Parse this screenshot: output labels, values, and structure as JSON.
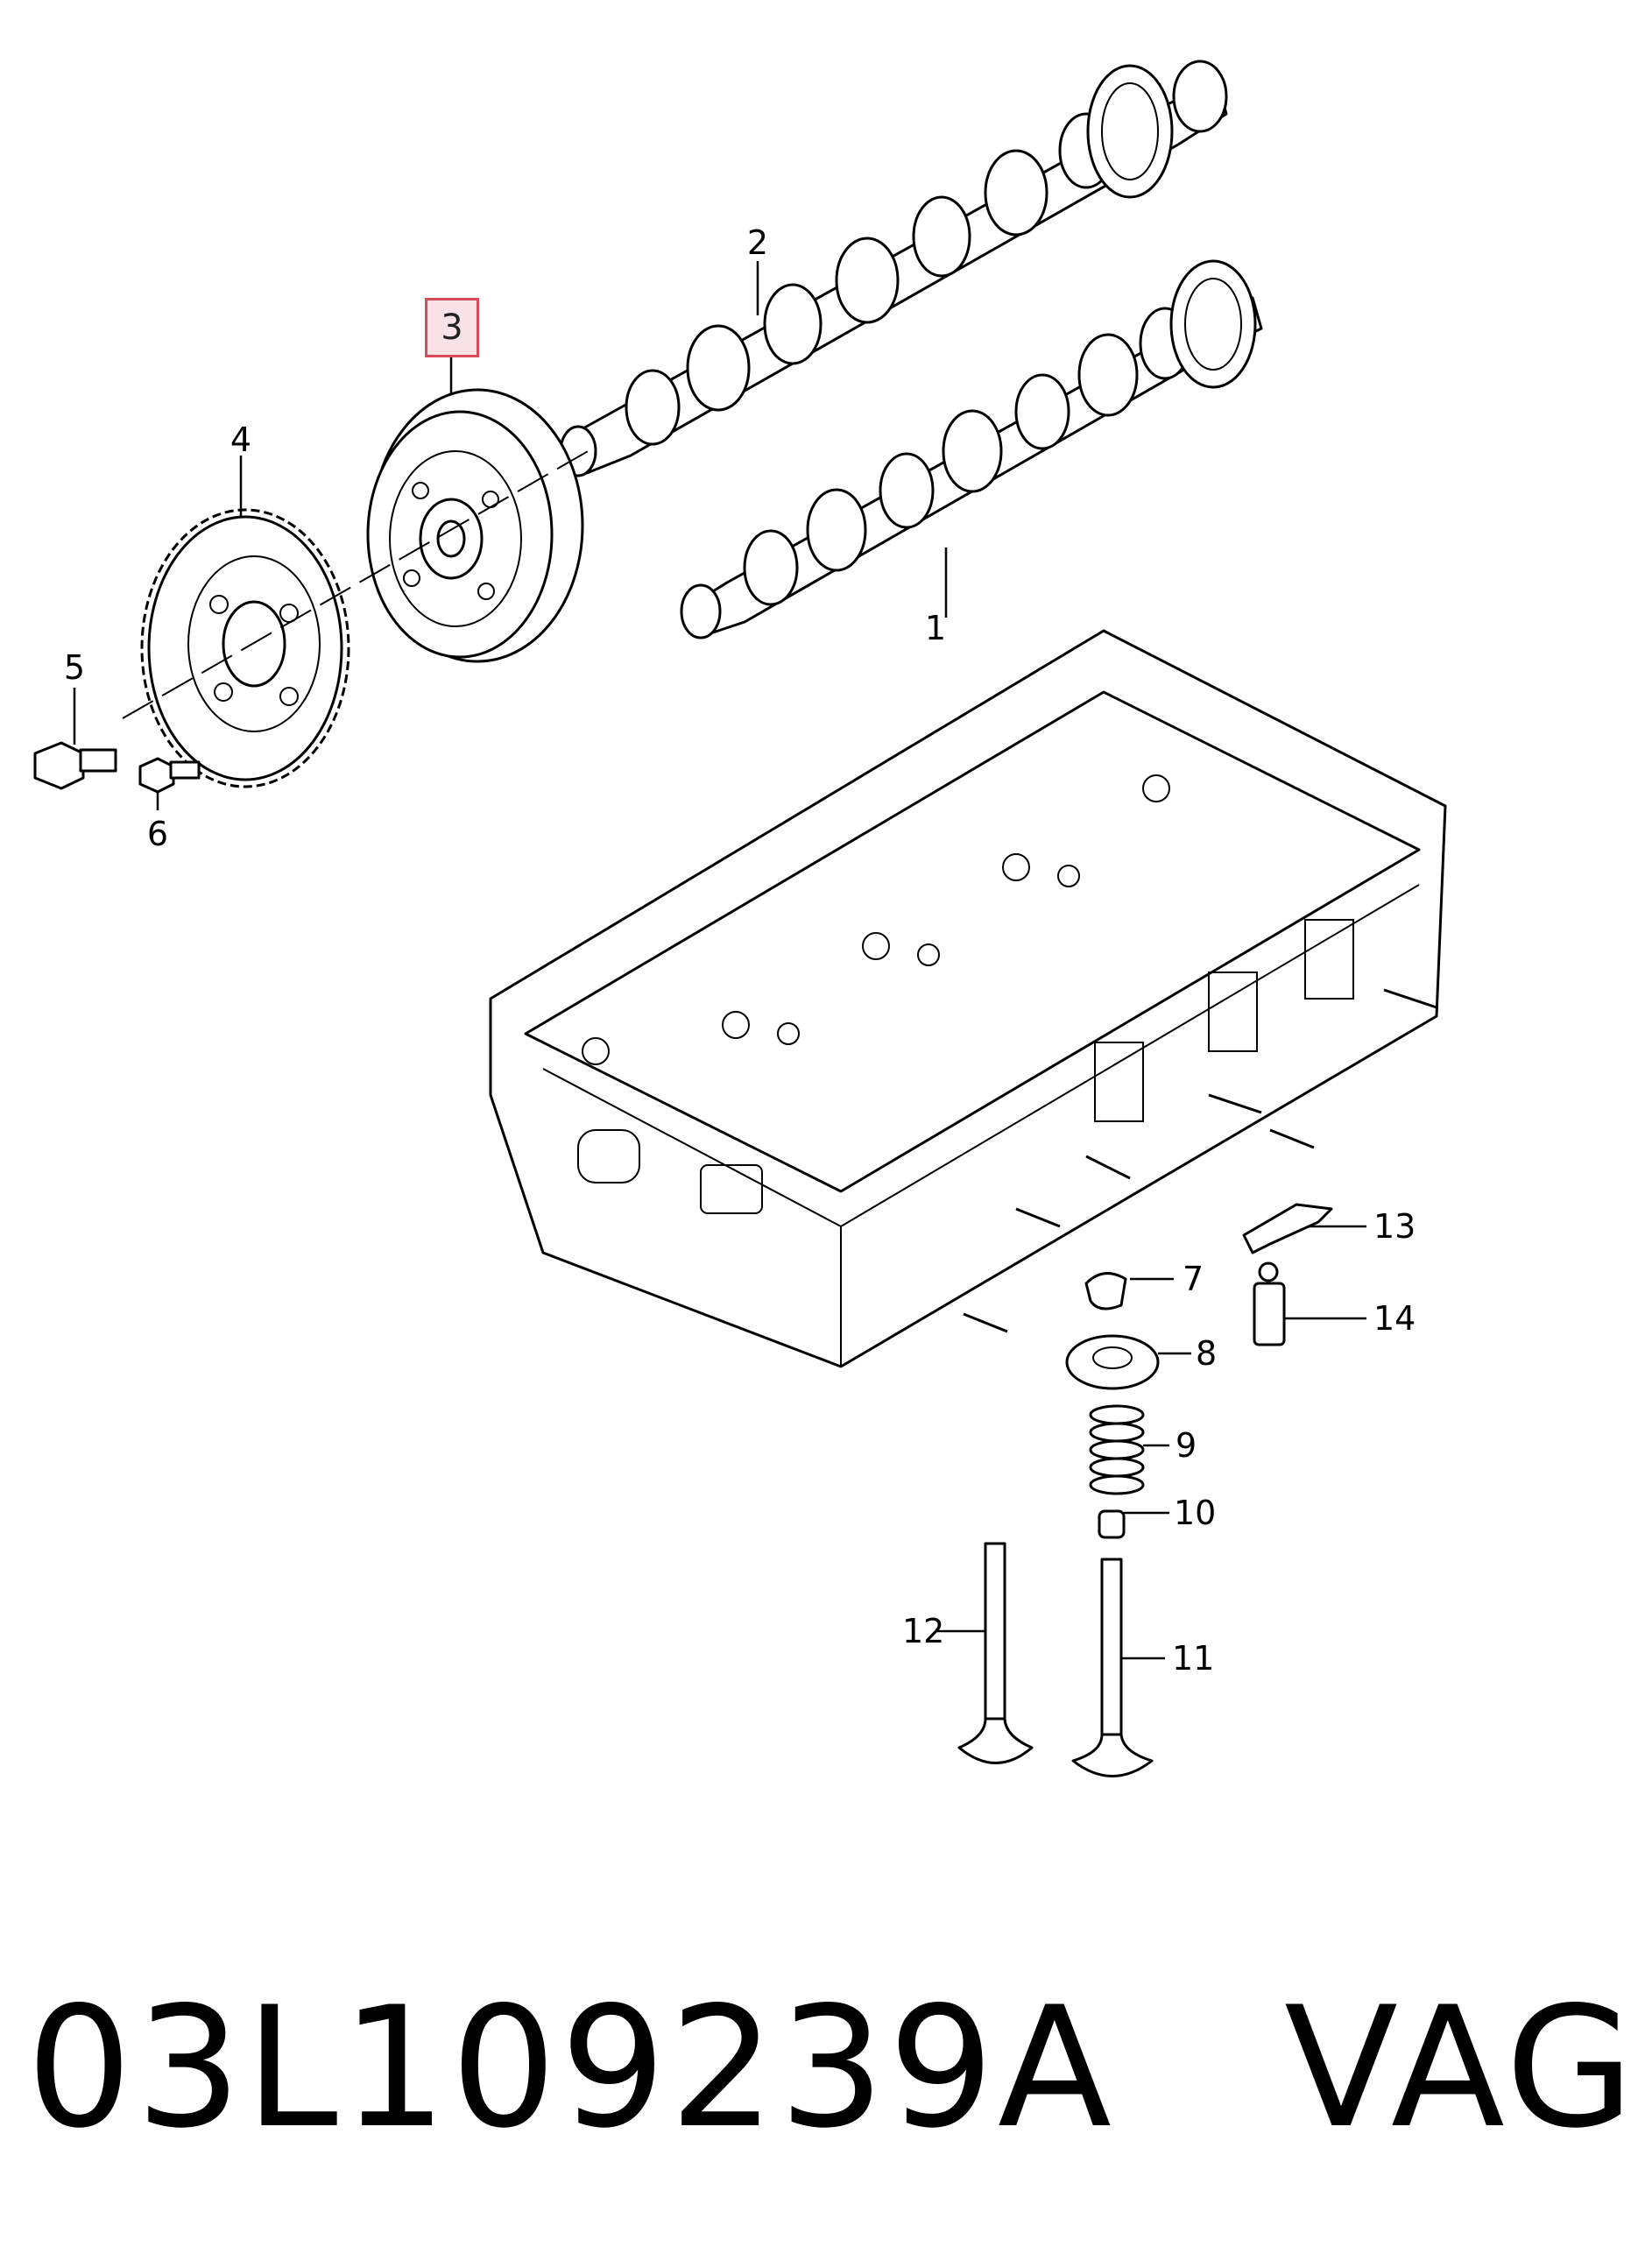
{
  "diagram": {
    "callouts": [
      {
        "id": "1",
        "label": "1"
      },
      {
        "id": "2",
        "label": "2"
      },
      {
        "id": "3",
        "label": "3",
        "highlighted": true
      },
      {
        "id": "4",
        "label": "4"
      },
      {
        "id": "5",
        "label": "5"
      },
      {
        "id": "6",
        "label": "6"
      },
      {
        "id": "7",
        "label": "7"
      },
      {
        "id": "8",
        "label": "8"
      },
      {
        "id": "9",
        "label": "9"
      },
      {
        "id": "10",
        "label": "10"
      },
      {
        "id": "11",
        "label": "11"
      },
      {
        "id": "12",
        "label": "12"
      },
      {
        "id": "13",
        "label": "13"
      },
      {
        "id": "14",
        "label": "14"
      }
    ],
    "highlight_color": "#d94a5a",
    "highlight_fill": "#f9e2e5"
  },
  "caption": {
    "part_number": "03L109239A",
    "brand": "VAG",
    "text": "03L109239A   VAG"
  }
}
